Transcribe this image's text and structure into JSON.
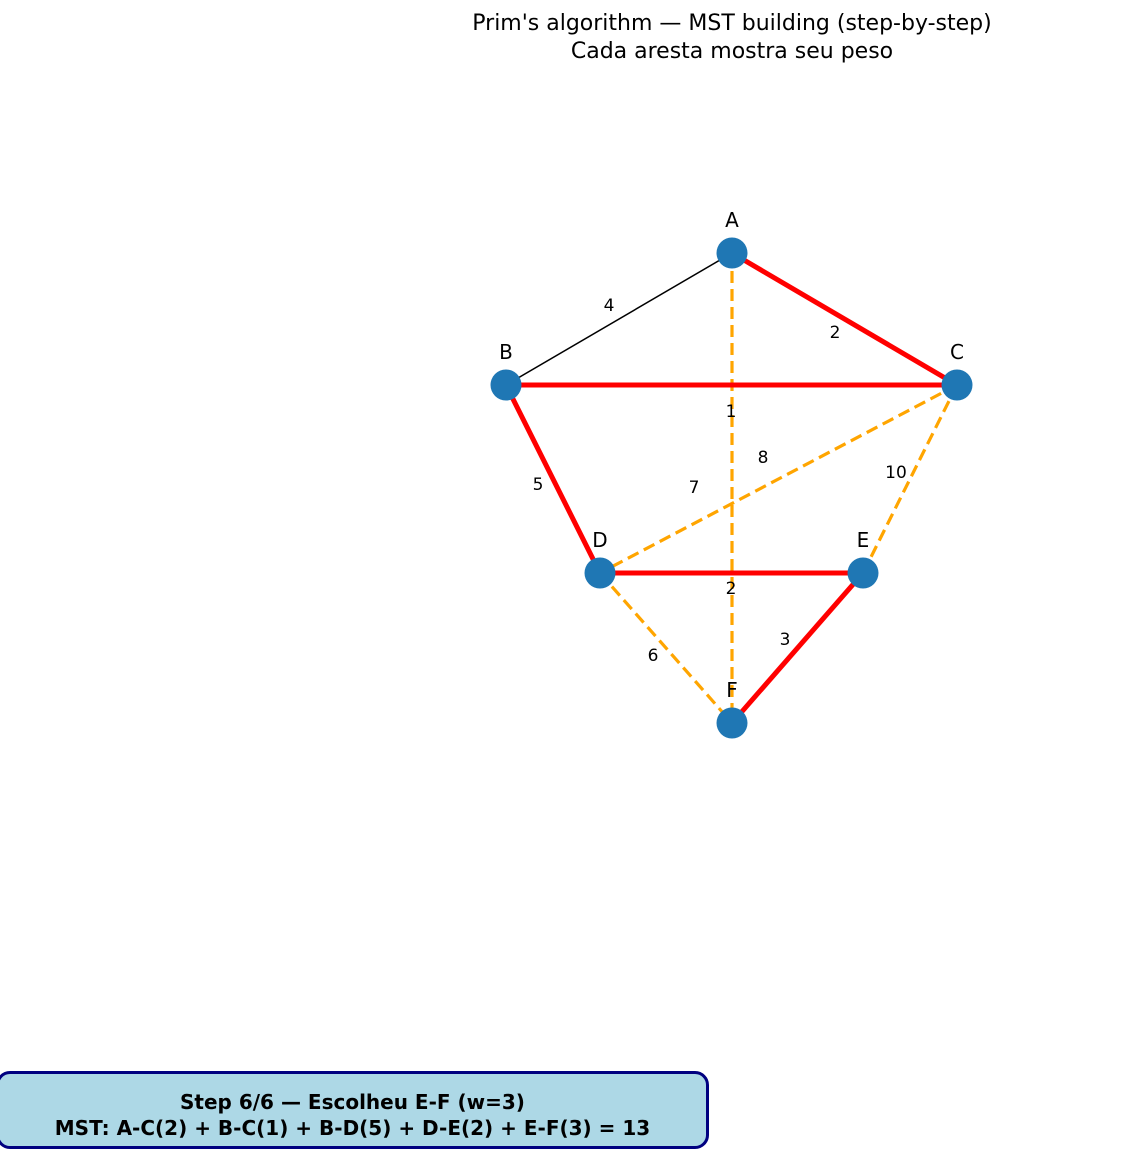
{
  "title": "Prim's algorithm — MST building (step-by-step)",
  "subtitle": "Cada aresta mostra seu peso",
  "colors": {
    "node": "#1f77b4",
    "mst_edge": "#ff0000",
    "candidate_edge": "#ffa500",
    "other_edge": "#000000",
    "info_bg": "#add8e6",
    "info_border": "#000080"
  },
  "edge_legend": {
    "mst": "solid red",
    "candidate": "dashed orange",
    "unused": "thin black"
  },
  "nodes": [
    {
      "id": "A",
      "label": "A"
    },
    {
      "id": "B",
      "label": "B"
    },
    {
      "id": "C",
      "label": "C"
    },
    {
      "id": "D",
      "label": "D"
    },
    {
      "id": "E",
      "label": "E"
    },
    {
      "id": "F",
      "label": "F"
    }
  ],
  "edges": [
    {
      "from": "A",
      "to": "B",
      "weight": "4",
      "state": "unused"
    },
    {
      "from": "A",
      "to": "C",
      "weight": "2",
      "state": "mst"
    },
    {
      "from": "A",
      "to": "F",
      "weight": "7",
      "state": "candidate"
    },
    {
      "from": "B",
      "to": "C",
      "weight": "1",
      "state": "mst"
    },
    {
      "from": "B",
      "to": "D",
      "weight": "5",
      "state": "mst"
    },
    {
      "from": "C",
      "to": "D",
      "weight": "8",
      "state": "candidate"
    },
    {
      "from": "C",
      "to": "E",
      "weight": "10",
      "state": "candidate"
    },
    {
      "from": "D",
      "to": "E",
      "weight": "2",
      "state": "mst"
    },
    {
      "from": "D",
      "to": "F",
      "weight": "6",
      "state": "candidate"
    },
    {
      "from": "E",
      "to": "F",
      "weight": "3",
      "state": "mst"
    }
  ],
  "info": {
    "line1": "Step 6/6 — Escolheu E-F (w=3)",
    "line2": "MST: A-C(2) + B-C(1) + B-D(5) + D-E(2) + E-F(3) = 13"
  }
}
